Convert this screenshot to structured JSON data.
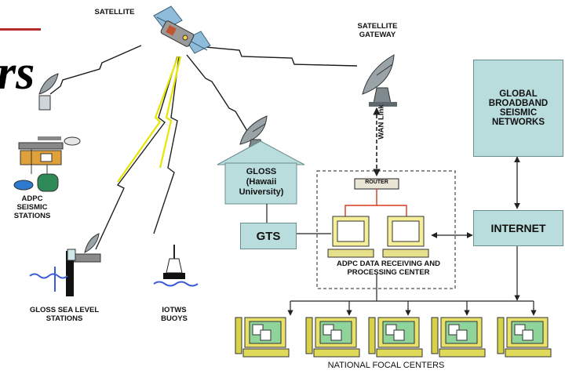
{
  "heading_fragment": "rs",
  "nodes": {
    "satellite": "SATELLITE",
    "satellite_gateway": "SATELLITE\nGATEWAY",
    "global_networks": "GLOBAL\nBROADBAND\nSEISMIC\nNETWORKS",
    "internet": "INTERNET",
    "gloss": "GLOSS\n(Hawaii\nUniversity)",
    "gts": "GTS",
    "router": "ROUTER",
    "wan_link": "WAN Link",
    "adpc_center": "ADPC DATA RECEIVING AND\nPROCESSING CENTER",
    "adpc_stations": "ADPC\nSEISMIC\nSTATIONS",
    "gloss_sea_level": "GLOSS SEA LEVEL\nSTATIONS",
    "iotws_buoys": "IOTWS\nBUOYS",
    "national_focal": "NATIONAL FOCAL CENTERS"
  },
  "colors": {
    "box_fill": "#b9dcdc",
    "link": "#1a1a1a",
    "wireless": "#e6e600",
    "router_link": "#d63a1e",
    "accent": "#b52a2a"
  },
  "icons": {
    "satellite": "satellite-icon",
    "dish": "satellite-dish-icon",
    "workstation": "computer-workstation-icon",
    "buoy": "buoy-icon",
    "tide_gauge": "tide-gauge-icon",
    "seismometer": "seismic-equipment-icon"
  }
}
